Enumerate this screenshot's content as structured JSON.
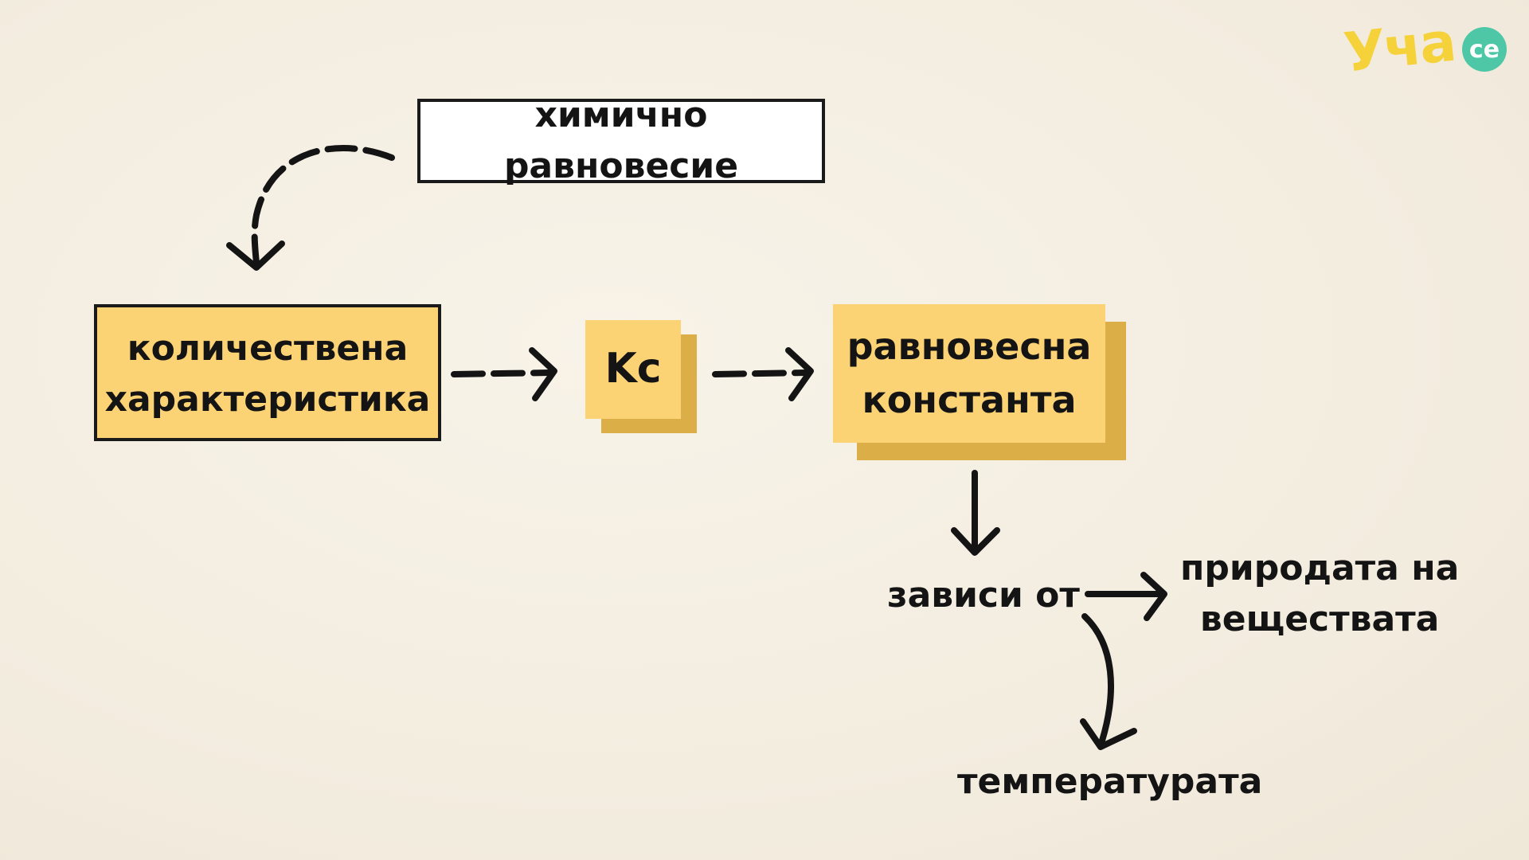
{
  "nodes": {
    "chemical_equilibrium": "химично равновесие",
    "quantitative_line1": "количествена",
    "quantitative_line2": "характеристика",
    "kc": "Kc",
    "eq_constant_line1": "равновесна",
    "eq_constant_line2": "константа",
    "depends_on": "зависи от",
    "nature_line1": "природата на",
    "nature_line2": "веществата",
    "temperature": "температурата"
  },
  "logo": {
    "text": "Уча",
    "bubble": "се"
  },
  "colors": {
    "box_fill": "#fbd274",
    "box_shadow": "#dcae48",
    "ink": "#141414",
    "background": "#f5efe3",
    "logo_yellow": "#f6d23a",
    "logo_green": "#4ec7a6"
  }
}
